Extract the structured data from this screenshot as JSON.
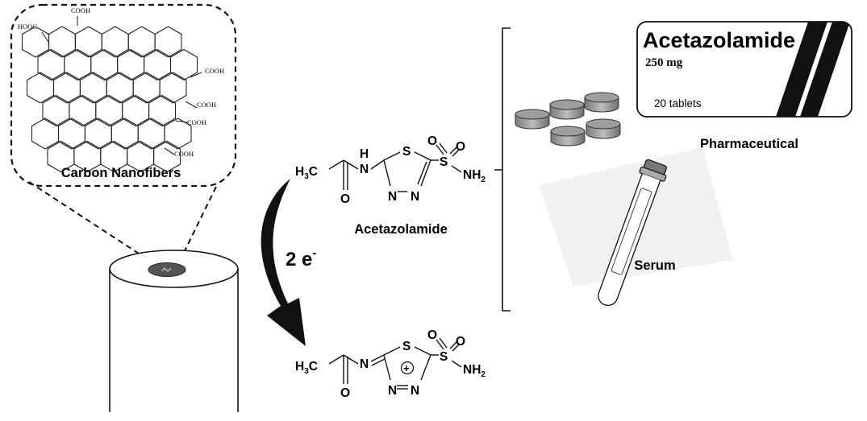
{
  "cnf_panel": {
    "title": "Carbon Nanofibers",
    "groups": {
      "hooc": "HOOC",
      "cooh": "COOH"
    }
  },
  "reaction": {
    "electrons": "2 e",
    "electrons_sup": "-"
  },
  "acetazolamide": {
    "name": "Acetazolamide",
    "h3c": "H",
    "h3c_sub": "3",
    "h3c_c": "C",
    "nh_n": "N",
    "nh_h": "H",
    "o": "O",
    "s_ring": "S",
    "s_sulfonyl": "S",
    "ring_n": "N",
    "nh2": "NH",
    "nh2_sub": "2"
  },
  "product": {
    "imine_n": "N",
    "charge": "+"
  },
  "box": {
    "brand": "Acetazolamide",
    "dose": "250 mg",
    "count": "20 tablets"
  },
  "samples": {
    "pharmaceutical": "Pharmaceutical",
    "serum": "Serum"
  }
}
